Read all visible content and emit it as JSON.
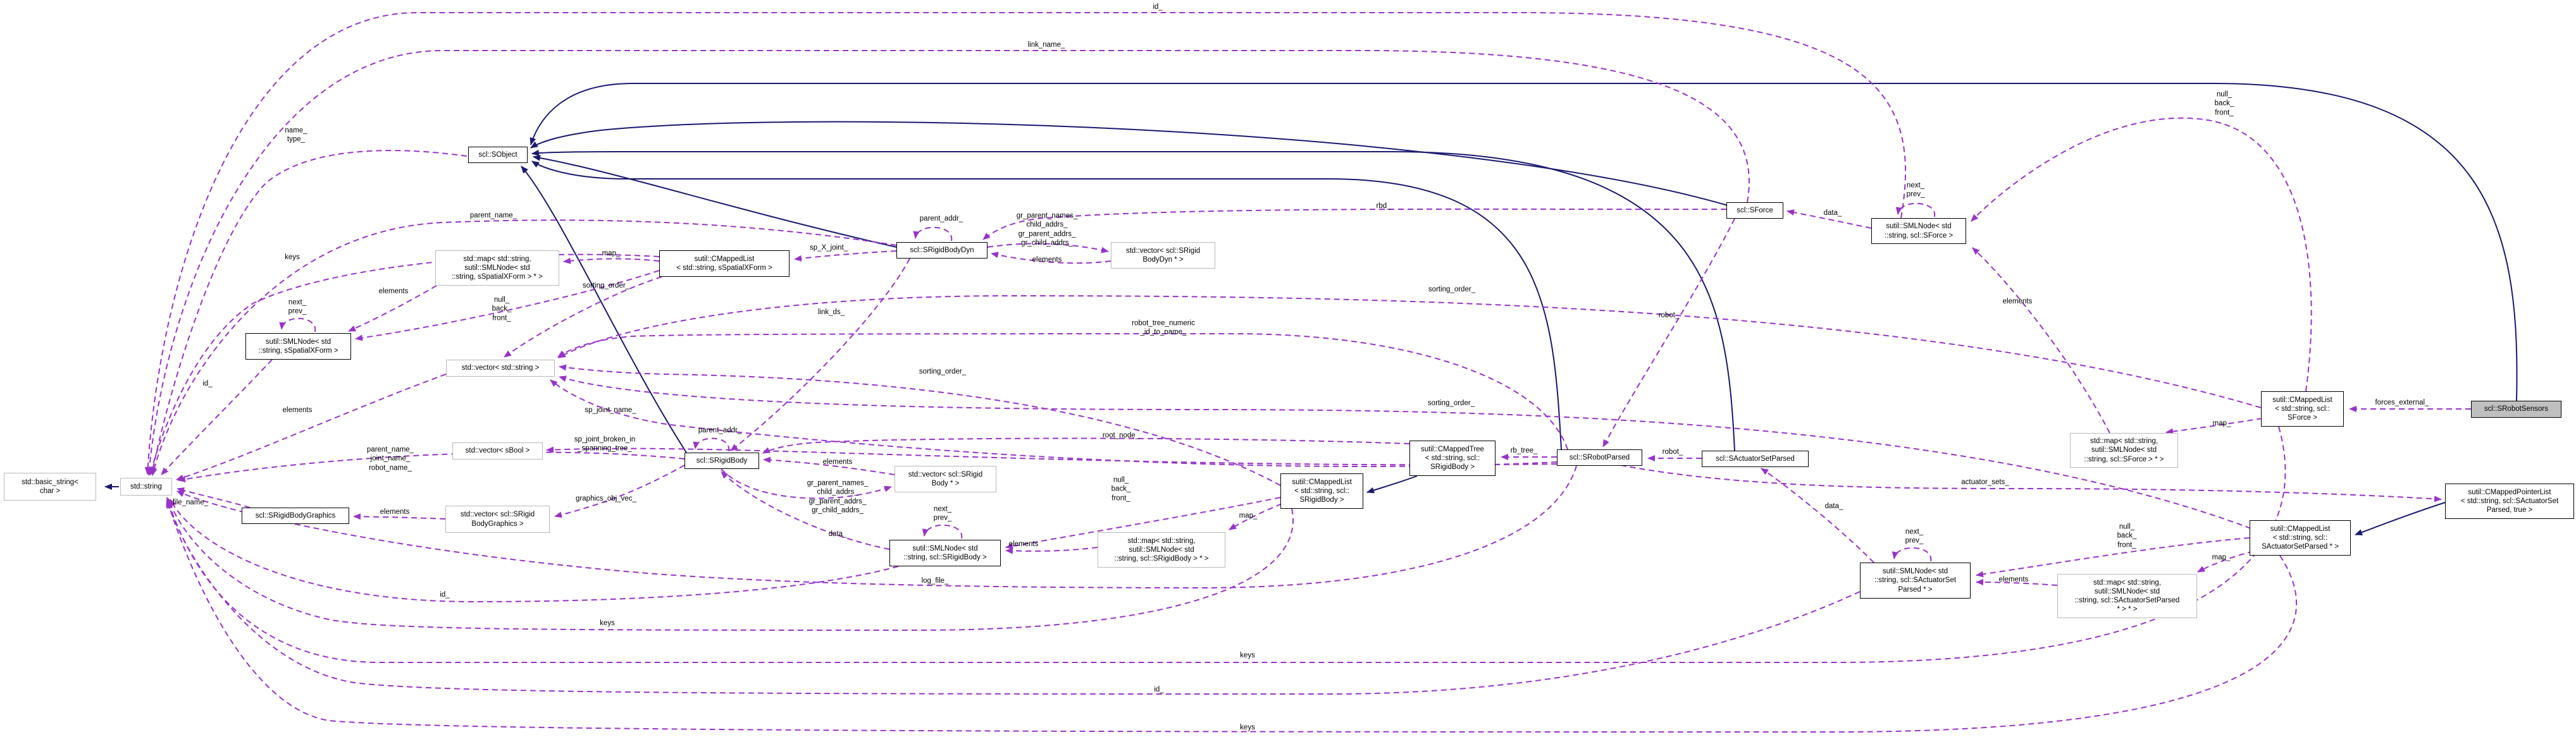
{
  "diagram": {
    "type": "doxygen-collaboration-graph",
    "subject": "scl::SRobotSensors"
  },
  "colors": {
    "usage_edge": "#9932cc",
    "inheritance_edge": "#191970",
    "subject_fill": "#bfbfbf",
    "node_fill": "#ffffff",
    "std_node_border": "#b9b9b9",
    "class_node_border": "#000000"
  },
  "nodes": {
    "basic_string": {
      "label": "std::basic_string<\nchar >"
    },
    "std_string": {
      "label": "std::string"
    },
    "sobject": {
      "label": "scl::SObject"
    },
    "map_sxform": {
      "label": "std::map< std::string,\n sutil::SMLNode< std\n::string, sSpatialXForm > * >"
    },
    "smlnode_sxform": {
      "label": "sutil::SMLNode< std\n::string, sSpatialXForm >"
    },
    "cmappedlist_sxform": {
      "label": "sutil::CMappedList\n< std::string, sSpatialXForm >"
    },
    "srigidbodydyn": {
      "label": "scl::SRigidBodyDyn"
    },
    "vector_srbdyn": {
      "label": "std::vector< scl::SRigid\nBodyDyn * >"
    },
    "vector_string": {
      "label": "std::vector< std::string >"
    },
    "srigidbody": {
      "label": "scl::SRigidBody"
    },
    "vector_sbool": {
      "label": "std::vector< sBool >"
    },
    "srbgraphics": {
      "label": "scl::SRigidBodyGraphics"
    },
    "vector_srbgraphics": {
      "label": "std::vector< scl::SRigid\nBodyGraphics >"
    },
    "vector_srb_ptr": {
      "label": "std::vector< scl::SRigid\nBody * >"
    },
    "smlnode_srb": {
      "label": "sutil::SMLNode< std\n::string, scl::SRigidBody >"
    },
    "map_srb": {
      "label": "std::map< std::string,\n sutil::SMLNode< std\n::string, scl::SRigidBody > * >"
    },
    "cmappedlist_srb": {
      "label": "sutil::CMappedList\n< std::string, scl::\nSRigidBody >"
    },
    "cmappedtree": {
      "label": "sutil::CMappedTree\n< std::string, scl::\nSRigidBody >"
    },
    "srobotparsed": {
      "label": "scl::SRobotParsed"
    },
    "sactuatorsetparsed": {
      "label": "scl::SActuatorSetParsed"
    },
    "sforce": {
      "label": "scl::SForce"
    },
    "smlnode_sforce": {
      "label": "sutil::SMLNode< std\n::string, scl::SForce >"
    },
    "cmappedlist_sforce": {
      "label": "sutil::CMappedList\n< std::string, scl::\nSForce >"
    },
    "map_sforce": {
      "label": "std::map< std::string,\n sutil::SMLNode< std\n::string, scl::SForce > * >"
    },
    "srobotsensors": {
      "label": "scl::SRobotSensors"
    },
    "cmappedpointerlist": {
      "label": "sutil::CMappedPointerList\n< std::string, scl::SActuatorSet\nParsed, true >"
    },
    "cmappedlist_sasp": {
      "label": "sutil::CMappedList\n< std::string, scl::\nSActuatorSetParsed * >"
    },
    "smlnode_sasp": {
      "label": "sutil::SMLNode< std\n::string, scl::SActuatorSet\nParsed * >"
    },
    "map_sasp": {
      "label": "std::map< std::string,\n sutil::SMLNode< std\n::string, scl::SActuatorSetParsed\n * > * >"
    }
  },
  "edge_labels": [
    {
      "text": "id_"
    },
    {
      "text": "link_name_"
    },
    {
      "text": "name_\ntype_"
    },
    {
      "text": "parent_name_"
    },
    {
      "text": "keys"
    },
    {
      "text": "map_"
    },
    {
      "text": "sorting_order_"
    },
    {
      "text": "elements"
    },
    {
      "text": "next_\nprev_"
    },
    {
      "text": "null_\nback_\nfront_"
    },
    {
      "text": "id_"
    },
    {
      "text": "elements"
    },
    {
      "text": "parent_name_\njoint_name_\nrobot_name_"
    },
    {
      "text": "file_name_"
    },
    {
      "text": "sp_X_joint_"
    },
    {
      "text": "parent_addr_"
    },
    {
      "text": "gr_parent_names_\nchild_addrs_\ngr_parent_addrs_\ngr_child_addrs_"
    },
    {
      "text": "elements"
    },
    {
      "text": "link_ds_"
    },
    {
      "text": "robot_tree_numeric\n_id_to_name_"
    },
    {
      "text": "sorting_order_"
    },
    {
      "text": "sp_joint_name_"
    },
    {
      "text": "sp_joint_broken_in\n_spanning_tree_"
    },
    {
      "text": "parent_addr_"
    },
    {
      "text": "elements"
    },
    {
      "text": "graphics_obj_vec_"
    },
    {
      "text": "elements"
    },
    {
      "text": "gr_parent_names_\nchild_addrs_\ngr_parent_addrs_\ngr_child_addrs_"
    },
    {
      "text": "data_"
    },
    {
      "text": "next_\nprev_"
    },
    {
      "text": "log_file_"
    },
    {
      "text": "elements"
    },
    {
      "text": "null_\nback_\nfront_"
    },
    {
      "text": "map_"
    },
    {
      "text": "root_node_"
    },
    {
      "text": "sorting_order_"
    },
    {
      "text": "rb_tree_"
    },
    {
      "text": "robot_"
    },
    {
      "text": "data_"
    },
    {
      "text": "rbd_"
    },
    {
      "text": "sorting_order_"
    },
    {
      "text": "robot_"
    },
    {
      "text": "data_"
    },
    {
      "text": "next_\nprev_"
    },
    {
      "text": "elements"
    },
    {
      "text": "null_\nback_\nfront_"
    },
    {
      "text": "forces_external_"
    },
    {
      "text": "map_"
    },
    {
      "text": "actuator_sets_"
    },
    {
      "text": "next_\nprev_"
    },
    {
      "text": "null_\nback_\nfront_"
    },
    {
      "text": "elements"
    },
    {
      "text": "map_"
    },
    {
      "text": "id_"
    },
    {
      "text": "keys"
    },
    {
      "text": "keys"
    },
    {
      "text": "id_"
    },
    {
      "text": "keys"
    }
  ],
  "edges": [
    {
      "from": "std::string",
      "to": "std::basic_string< char >",
      "label": "",
      "kind": "inheritance"
    },
    {
      "from": "scl::SRigidBodyDyn",
      "to": "scl::SObject",
      "label": "",
      "kind": "inheritance"
    },
    {
      "from": "scl::SRigidBody",
      "to": "scl::SObject",
      "label": "",
      "kind": "inheritance"
    },
    {
      "from": "scl::SRobotParsed",
      "to": "scl::SObject",
      "label": "",
      "kind": "inheritance"
    },
    {
      "from": "scl::SActuatorSetParsed",
      "to": "scl::SObject",
      "label": "",
      "kind": "inheritance"
    },
    {
      "from": "scl::SForce",
      "to": "scl::SObject",
      "label": "",
      "kind": "inheritance"
    },
    {
      "from": "scl::SRobotSensors",
      "to": "scl::SObject",
      "label": "",
      "kind": "inheritance"
    },
    {
      "from": "sutil::CMappedTree< std::string, scl::SRigidBody >",
      "to": "sutil::CMappedList< std::string, scl::SRigidBody >",
      "label": "",
      "kind": "inheritance"
    },
    {
      "from": "sutil::CMappedPointerList< std::string, scl::SActuatorSetParsed, true >",
      "to": "sutil::CMappedList< std::string, scl::SActuatorSetParsed * >",
      "label": "",
      "kind": "inheritance"
    },
    {
      "from": "scl::SObject",
      "to": "std::string",
      "label": "name_ type_",
      "kind": "usage"
    },
    {
      "from": "sutil::SMLNode< std::string, scl::SForce >",
      "to": "std::string",
      "label": "id_",
      "kind": "usage"
    },
    {
      "from": "scl::SForce",
      "to": "std::string",
      "label": "link_name_",
      "kind": "usage"
    },
    {
      "from": "scl::SRigidBodyDyn",
      "to": "std::string",
      "label": "parent_name_",
      "kind": "usage"
    },
    {
      "from": "sutil::CMappedList< std::string, sSpatialXForm >",
      "to": "std::string",
      "label": "keys",
      "kind": "usage"
    },
    {
      "from": "sutil::CMappedList< std::string, sSpatialXForm >",
      "to": "std::map< std::string, sutil::SMLNode< std::string, sSpatialXForm > * >",
      "label": "map_",
      "kind": "usage"
    },
    {
      "from": "sutil::CMappedList< std::string, sSpatialXForm >",
      "to": "std::vector< std::string >",
      "label": "sorting_order_",
      "kind": "usage"
    },
    {
      "from": "sutil::CMappedList< std::string, sSpatialXForm >",
      "to": "sutil::SMLNode< std::string, sSpatialXForm >",
      "label": "null_ back_ front_",
      "kind": "usage"
    },
    {
      "from": "std::map< std::string, sutil::SMLNode< std::string, sSpatialXForm > * >",
      "to": "sutil::SMLNode< std::string, sSpatialXForm >",
      "label": "elements",
      "kind": "usage"
    },
    {
      "from": "sutil::SMLNode< std::string, sSpatialXForm >",
      "to": "sutil::SMLNode< std::string, sSpatialXForm >",
      "label": "next_ prev_",
      "kind": "usage"
    },
    {
      "from": "sutil::SMLNode< std::string, sSpatialXForm >",
      "to": "std::string",
      "label": "id_",
      "kind": "usage"
    },
    {
      "from": "std::vector< std::string >",
      "to": "std::string",
      "label": "elements",
      "kind": "usage"
    },
    {
      "from": "scl::SRigidBody",
      "to": "std::string",
      "label": "parent_name_ joint_name_ robot_name_",
      "kind": "usage"
    },
    {
      "from": "scl::SRigidBodyGraphics",
      "to": "std::string",
      "label": "file_name_",
      "kind": "usage"
    },
    {
      "from": "scl::SRigidBodyDyn",
      "to": "sutil::CMappedList< std::string, sSpatialXForm >",
      "label": "sp_X_joint_",
      "kind": "usage"
    },
    {
      "from": "scl::SRigidBodyDyn",
      "to": "scl::SRigidBodyDyn",
      "label": "parent_addr_",
      "kind": "usage"
    },
    {
      "from": "scl::SRigidBodyDyn",
      "to": "std::vector< scl::SRigidBodyDyn * >",
      "label": "gr_parent_names_ child_addrs_ gr_parent_addrs_ gr_child_addrs_",
      "kind": "usage"
    },
    {
      "from": "std::vector< scl::SRigidBodyDyn * >",
      "to": "scl::SRigidBodyDyn",
      "label": "elements",
      "kind": "usage"
    },
    {
      "from": "scl::SRigidBodyDyn",
      "to": "scl::SRigidBody",
      "label": "link_ds_",
      "kind": "usage"
    },
    {
      "from": "scl::SForce",
      "to": "scl::SRigidBodyDyn",
      "label": "rbd_",
      "kind": "usage"
    },
    {
      "from": "scl::SForce",
      "to": "scl::SRobotParsed",
      "label": "robot_",
      "kind": "usage"
    },
    {
      "from": "sutil::SMLNode< std::string, scl::SForce >",
      "to": "scl::SForce",
      "label": "data_",
      "kind": "usage"
    },
    {
      "from": "sutil::SMLNode< std::string, scl::SForce >",
      "to": "sutil::SMLNode< std::string, scl::SForce >",
      "label": "next_ prev_",
      "kind": "usage"
    },
    {
      "from": "std::map< std::string, sutil::SMLNode< std::string, scl::SForce > * >",
      "to": "sutil::SMLNode< std::string, scl::SForce >",
      "label": "elements",
      "kind": "usage"
    },
    {
      "from": "sutil::CMappedList< std::string, scl::SForce >",
      "to": "sutil::SMLNode< std::string, scl::SForce >",
      "label": "null_ back_ front_",
      "kind": "usage"
    },
    {
      "from": "sutil::CMappedList< std::string, scl::SForce >",
      "to": "std::map< std::string, sutil::SMLNode< std::string, scl::SForce > * >",
      "label": "map_",
      "kind": "usage"
    },
    {
      "from": "sutil::CMappedList< std::string, scl::SForce >",
      "to": "std::vector< std::string >",
      "label": "sorting_order_",
      "kind": "usage"
    },
    {
      "from": "sutil::CMappedList< std::string, scl::SForce >",
      "to": "std::string",
      "label": "keys",
      "kind": "usage"
    },
    {
      "from": "scl::SRobotSensors",
      "to": "sutil::CMappedList< std::string, scl::SForce >",
      "label": "forces_external_",
      "kind": "usage"
    },
    {
      "from": "scl::SRobotParsed",
      "to": "sutil::CMappedTree< std::string, scl::SRigidBody >",
      "label": "rb_tree_",
      "kind": "usage"
    },
    {
      "from": "scl::SActuatorSetParsed",
      "to": "scl::SRobotParsed",
      "label": "robot_",
      "kind": "usage"
    },
    {
      "from": "sutil::CMappedTree< std::string, scl::SRigidBody >",
      "to": "scl::SRigidBody",
      "label": "root_node_",
      "kind": "usage"
    },
    {
      "from": "sutil::CMappedList< std::string, scl::SRigidBody >",
      "to": "std::map< std::string, sutil::SMLNode< std::string, scl::SRigidBody > * >",
      "label": "map_",
      "kind": "usage"
    },
    {
      "from": "sutil::CMappedList< std::string, scl::SRigidBody >",
      "to": "sutil::SMLNode< std::string, scl::SRigidBody >",
      "label": "null_ back_ front_",
      "kind": "usage"
    },
    {
      "from": "sutil::CMappedList< std::string, scl::SRigidBody >",
      "to": "std::vector< std::string >",
      "label": "sorting_order_",
      "kind": "usage"
    },
    {
      "from": "sutil::CMappedList< std::string, scl::SRigidBody >",
      "to": "std::string",
      "label": "keys",
      "kind": "usage"
    },
    {
      "from": "std::map< std::string, sutil::SMLNode< std::string, scl::SRigidBody > * >",
      "to": "sutil::SMLNode< std::string, scl::SRigidBody >",
      "label": "elements",
      "kind": "usage"
    },
    {
      "from": "sutil::SMLNode< std::string, scl::SRigidBody >",
      "to": "scl::SRigidBody",
      "label": "data_",
      "kind": "usage"
    },
    {
      "from": "sutil::SMLNode< std::string, scl::SRigidBody >",
      "to": "sutil::SMLNode< std::string, scl::SRigidBody >",
      "label": "next_ prev_",
      "kind": "usage"
    },
    {
      "from": "sutil::SMLNode< std::string, scl::SRigidBody >",
      "to": "std::string",
      "label": "id_",
      "kind": "usage"
    },
    {
      "from": "std::vector< scl::SRigidBody * >",
      "to": "scl::SRigidBody",
      "label": "elements",
      "kind": "usage"
    },
    {
      "from": "scl::SRigidBody",
      "to": "std::vector< scl::SRigidBody * >",
      "label": "gr_parent_names_ child_addrs_ gr_parent_addrs_ gr_child_addrs_",
      "kind": "usage"
    },
    {
      "from": "scl::SRigidBody",
      "to": "scl::SRigidBody",
      "label": "parent_addr_",
      "kind": "usage"
    },
    {
      "from": "scl::SRigidBody",
      "to": "std::vector< scl::SRigidBodyGraphics >",
      "label": "graphics_obj_vec_",
      "kind": "usage"
    },
    {
      "from": "std::vector< scl::SRigidBodyGraphics >",
      "to": "scl::SRigidBodyGraphics",
      "label": "elements",
      "kind": "usage"
    },
    {
      "from": "sutil::SMLNode< std::string, scl::SActuatorSetParsed * >",
      "to": "scl::SActuatorSetParsed",
      "label": "data_",
      "kind": "usage"
    },
    {
      "from": "sutil::SMLNode< std::string, scl::SActuatorSetParsed * >",
      "to": "sutil::SMLNode< std::string, scl::SActuatorSetParsed * >",
      "label": "next_ prev_",
      "kind": "usage"
    },
    {
      "from": "sutil::SMLNode< std::string, scl::SActuatorSetParsed * >",
      "to": "std::string",
      "label": "id_",
      "kind": "usage"
    },
    {
      "from": "sutil::CMappedList< std::string, scl::SActuatorSetParsed * >",
      "to": "sutil::SMLNode< std::string, scl::SActuatorSetParsed * >",
      "label": "null_ back_ front_",
      "kind": "usage"
    },
    {
      "from": "sutil::CMappedList< std::string, scl::SActuatorSetParsed * >",
      "to": "std::map< std::string, sutil::SMLNode< std::string, scl::SActuatorSetParsed * > * >",
      "label": "map_",
      "kind": "usage"
    },
    {
      "from": "sutil::CMappedList< std::string, scl::SActuatorSetParsed * >",
      "to": "std::vector< std::string >",
      "label": "sorting_order_",
      "kind": "usage"
    },
    {
      "from": "sutil::CMappedList< std::string, scl::SActuatorSetParsed * >",
      "to": "std::string",
      "label": "keys",
      "kind": "usage"
    },
    {
      "from": "std::map< std::string, sutil::SMLNode< std::string, scl::SActuatorSetParsed * > * >",
      "to": "sutil::SMLNode< std::string, scl::SActuatorSetParsed * >",
      "label": "elements",
      "kind": "usage"
    },
    {
      "from": "scl::SRobotParsed",
      "to": "sutil::CMappedPointerList< std::string, scl::SActuatorSetParsed, true >",
      "label": "actuator_sets_",
      "kind": "usage"
    },
    {
      "from": "scl::SRobotParsed",
      "to": "std::string",
      "label": "log_file_",
      "kind": "usage"
    },
    {
      "from": "scl::SRobotParsed",
      "to": "std::vector< std::string >",
      "label": "robot_tree_numeric_id_to_name_",
      "kind": "usage"
    },
    {
      "from": "scl::SRobotParsed",
      "to": "std::vector< std::string >",
      "label": "sp_joint_name_",
      "kind": "usage"
    },
    {
      "from": "scl::SRobotParsed",
      "to": "std::vector< sBool >",
      "label": "sp_joint_broken_in_spanning_tree_",
      "kind": "usage"
    }
  ]
}
